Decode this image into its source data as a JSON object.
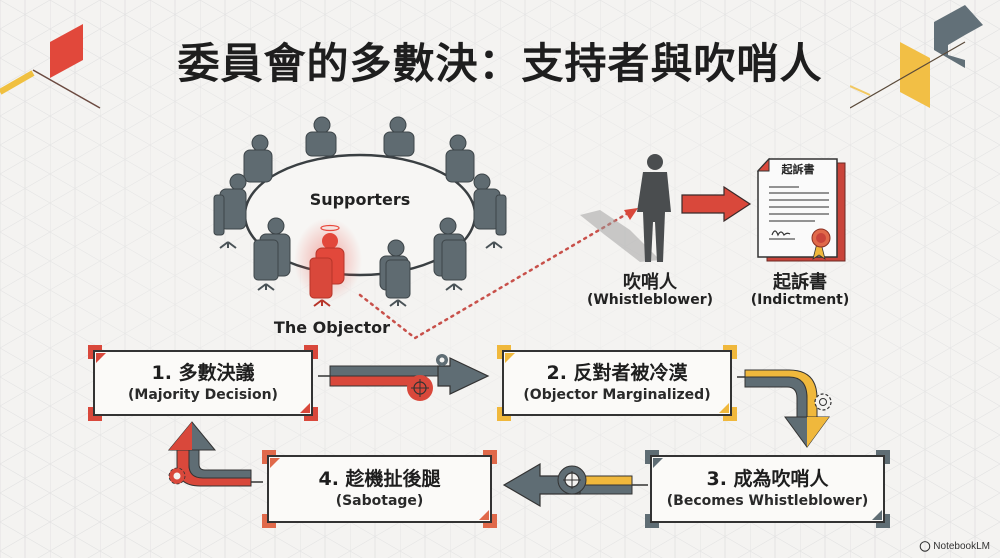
{
  "title": "委員會的多數決：支持者與吹哨人",
  "colors": {
    "red": "#d9483b",
    "yellow": "#f0b83c",
    "slate": "#5f6d74",
    "dark": "#222222",
    "background": "#f4f3f1"
  },
  "scene": {
    "table_label": "Supporters",
    "objector_label": "The Objector",
    "whistleblower": {
      "title": "吹哨人",
      "subtitle": "(Whistleblower)"
    },
    "indictment": {
      "title": "起訴書",
      "subtitle": "(Indictment)",
      "document_header": "起訴書"
    }
  },
  "steps": [
    {
      "main": "1. 多數決議",
      "sub": "(Majority Decision)",
      "accent": "red"
    },
    {
      "main": "2. 反對者被冷漠",
      "sub": "(Objector Marginalized)",
      "accent": "yellow"
    },
    {
      "main": "3. 成為吹哨人",
      "sub": "(Becomes Whistleblower)",
      "accent": "slate"
    },
    {
      "main": "4. 趁機扯後腿",
      "sub": "(Sabotage)",
      "accent": "red"
    }
  ],
  "watermark": "NotebookLM"
}
